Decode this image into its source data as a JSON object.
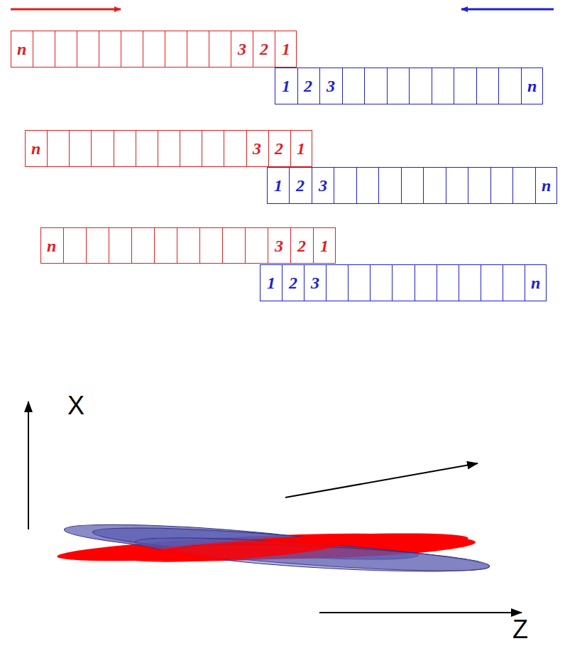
{
  "diagram": {
    "nodes": [
      {
        "text": [
          "n",
          "3",
          "2",
          "1"
        ]
      },
      {
        "text": [
          "1",
          "2",
          "3",
          "n"
        ]
      },
      {
        "text": [
          "n",
          "3",
          "2",
          "1"
        ]
      },
      {
        "text": [
          "1",
          "2",
          "3",
          "n"
        ]
      },
      {
        "text": [
          "n",
          "3",
          "2",
          "1"
        ]
      },
      {
        "text": [
          "1",
          "2",
          "3",
          "n"
        ]
      }
    ],
    "labels": [
      "X",
      "Z"
    ]
  }
}
